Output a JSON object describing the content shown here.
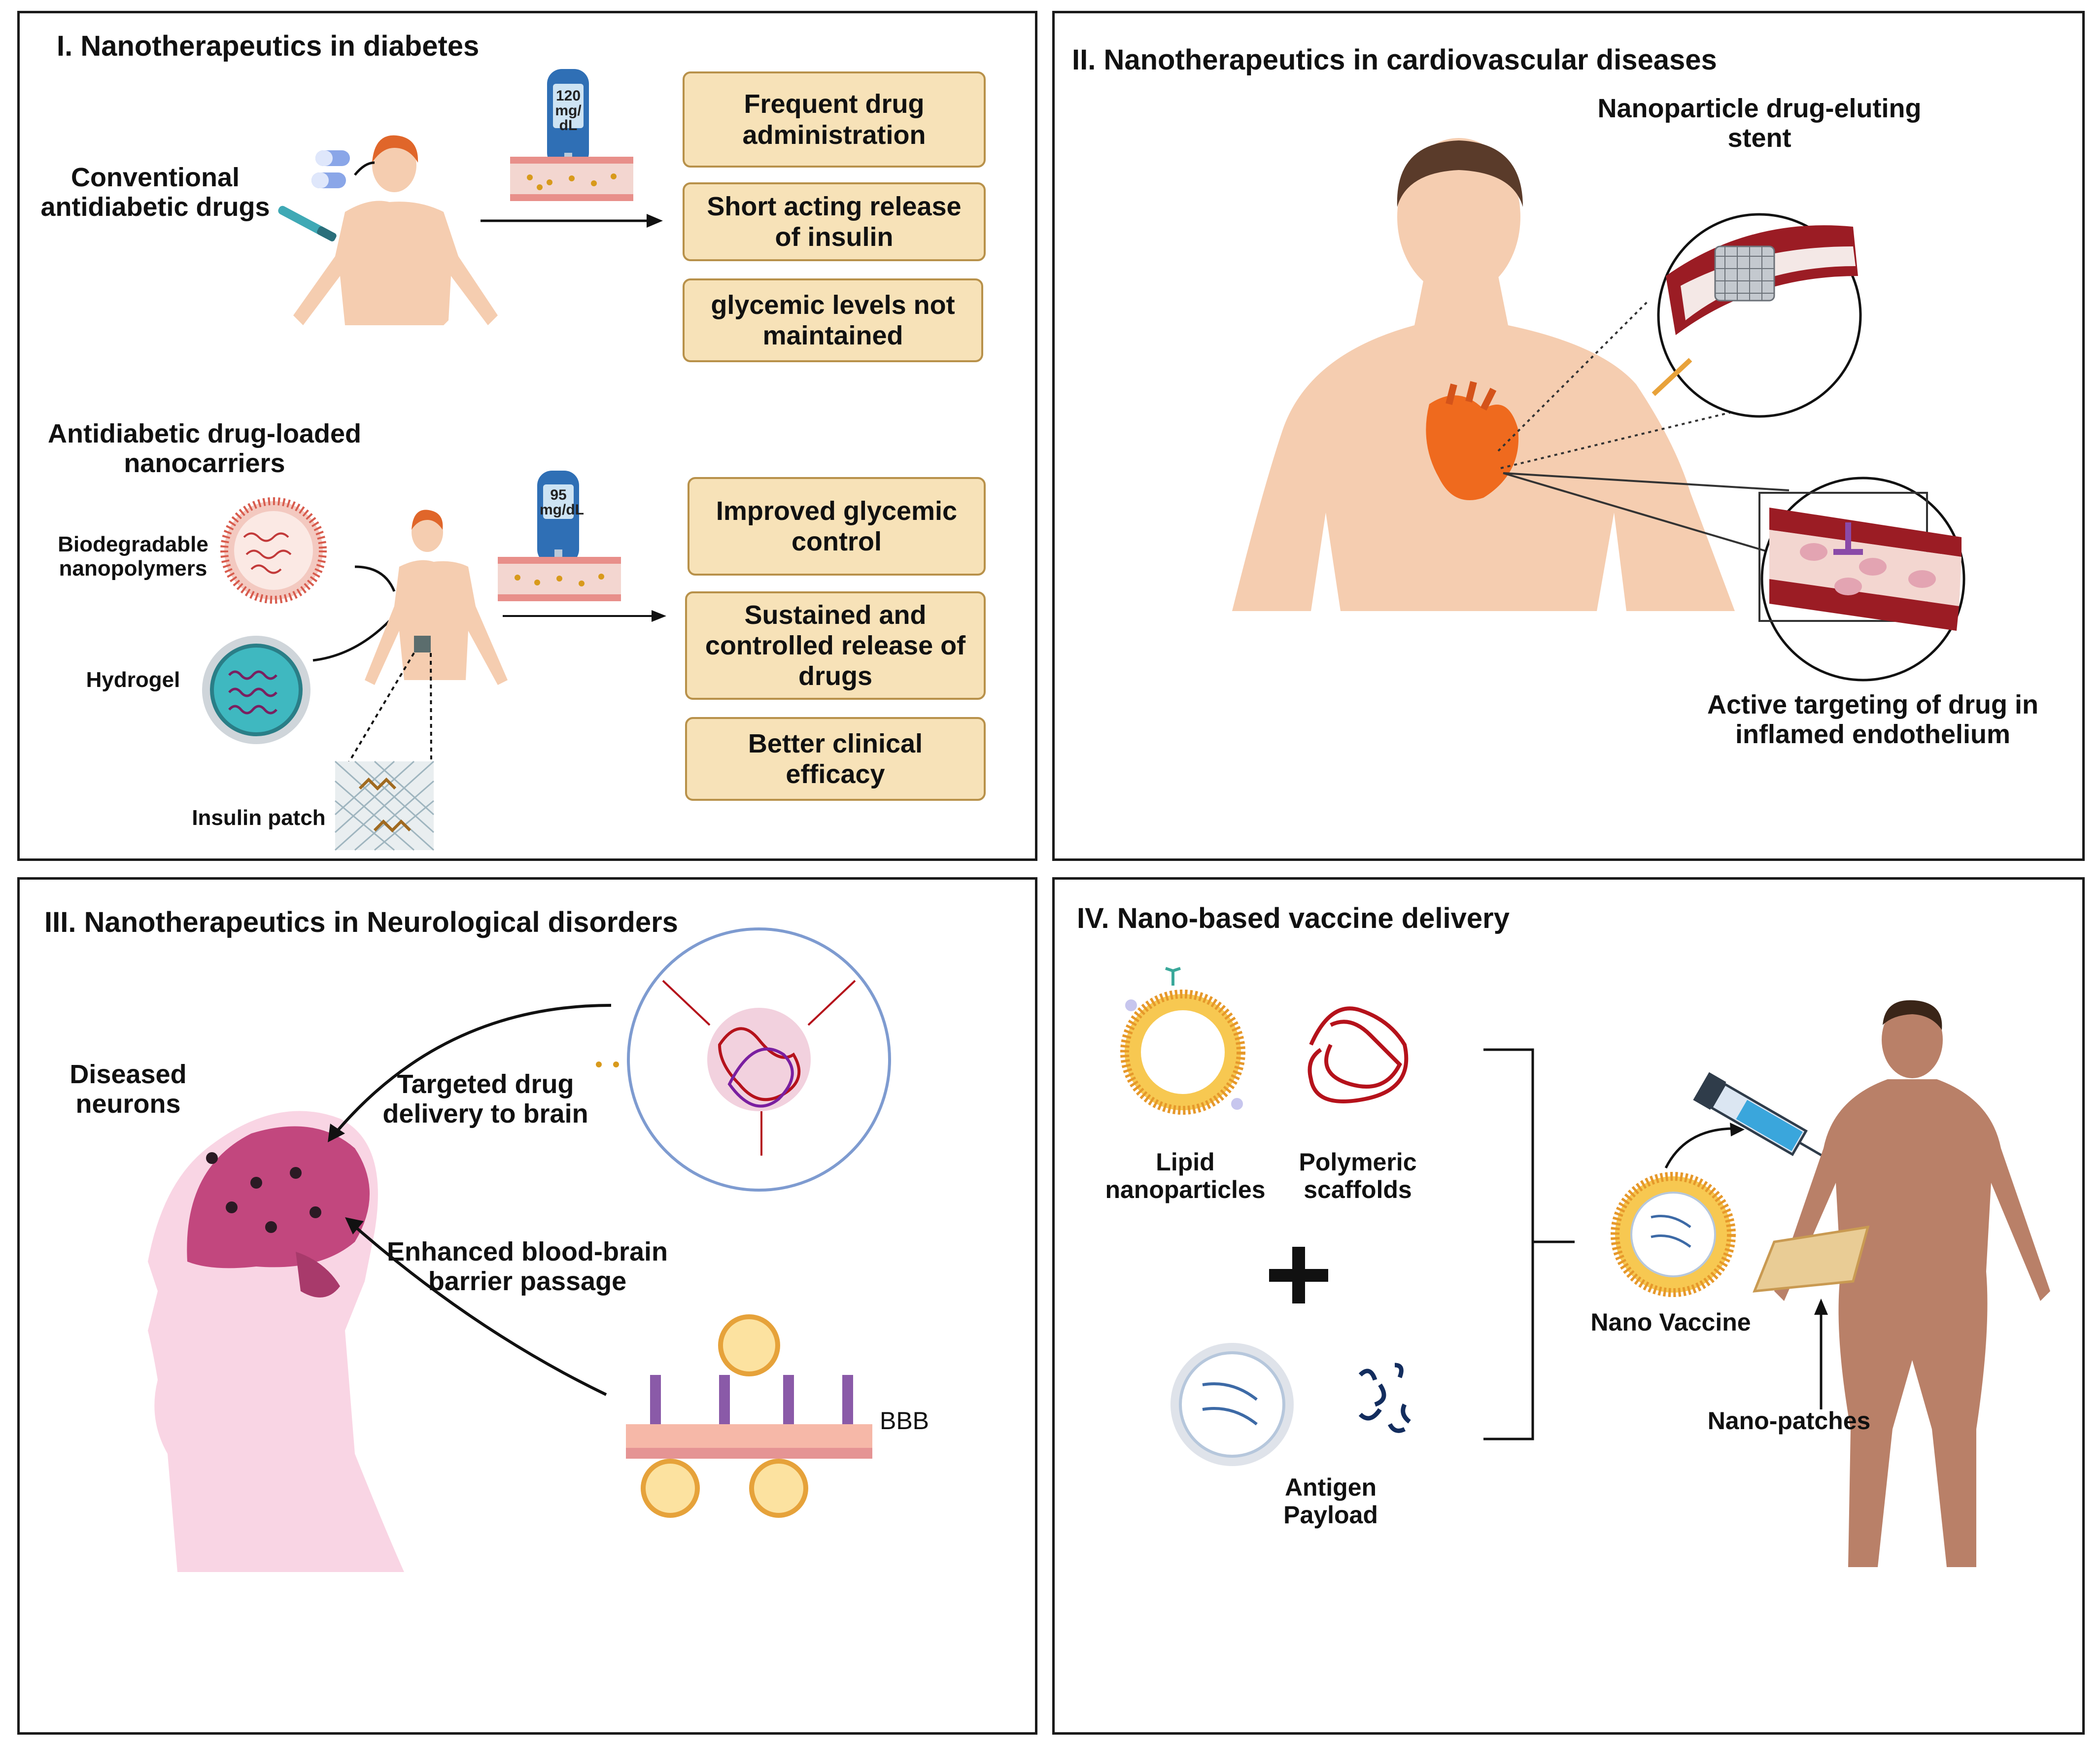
{
  "panel1": {
    "title": "I. Nanotherapeutics in diabetes",
    "conventional_label": "Conventional antidiabetic drugs",
    "meter1_reading": "120 mg/ dL",
    "boxes_top": [
      "Frequent drug administration",
      "Short acting release of insulin",
      "glycemic levels not maintained"
    ],
    "nanocarrier_heading": "Antidiabetic drug-loaded nanocarriers",
    "biodegradable_label": "Biodegradable nanopolymers",
    "hydrogel_label": "Hydrogel",
    "patch_label": "Insulin patch",
    "meter2_reading": "95 mg/dL",
    "boxes_bottom": [
      "Improved glycemic control",
      "Sustained and controlled release of drugs",
      "Better clinical efficacy"
    ]
  },
  "panel2": {
    "title": "II. Nanotherapeutics in cardiovascular diseases",
    "stent_label": "Nanoparticle drug-eluting stent",
    "targeting_label": "Active targeting of drug in inflamed endothelium"
  },
  "panel3": {
    "title": "III. Nanotherapeutics in Neurological disorders",
    "diseased_label": "Diseased neurons",
    "targeted_label": "Targeted drug delivery to brain",
    "bbb_passage_label": "Enhanced blood-brain barrier passage",
    "bbb_label": "BBB"
  },
  "panel4": {
    "title": "IV. Nano-based vaccine delivery",
    "lipid_label": "Lipid nanoparticles",
    "polymeric_label": "Polymeric scaffolds",
    "antigen_label": "Antigen Payload",
    "vaccine_label": "Nano Vaccine",
    "patches_label": "Nano-patches"
  },
  "colors": {
    "border": "#1a1a1a",
    "box_fill": "#f7e2b8",
    "box_border": "#b8914a",
    "skin": "#f5cdb0",
    "heart": "#ef6a1e",
    "vessel": "#9b1c24",
    "brain": "#c2477e",
    "liposome": "#f2b53a",
    "vaccine_skin": "#b98068"
  }
}
